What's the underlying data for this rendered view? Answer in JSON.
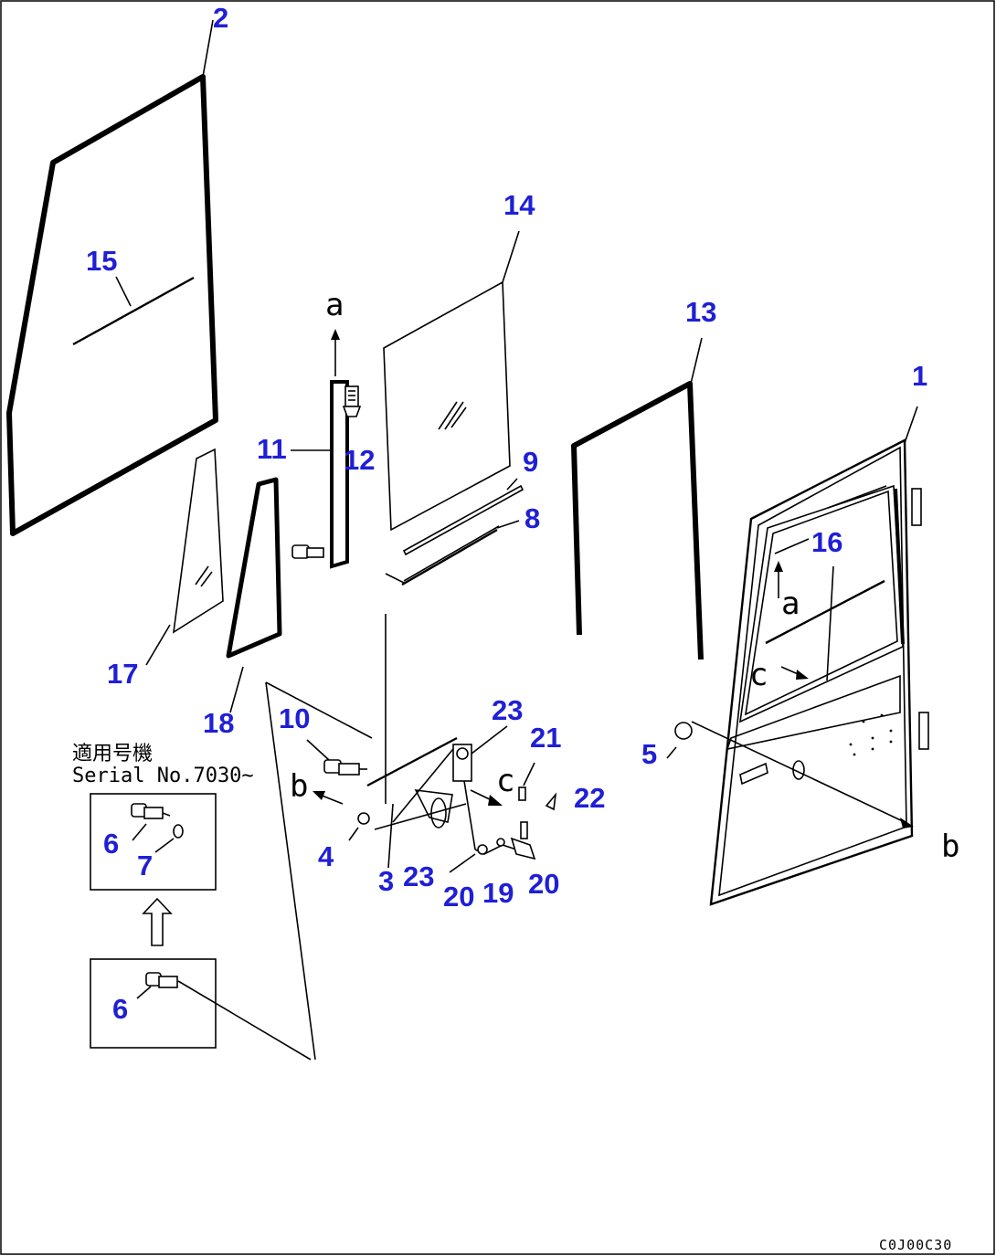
{
  "callouts": {
    "c1": "1",
    "c2": "2",
    "c3": "3",
    "c4": "4",
    "c5": "5",
    "c6a": "6",
    "c6b": "6",
    "c7": "7",
    "c8": "8",
    "c9": "9",
    "c10": "10",
    "c11": "11",
    "c12": "12",
    "c13": "13",
    "c14": "14",
    "c15": "15",
    "c16": "16",
    "c17": "17",
    "c18": "18",
    "c19": "19",
    "c20a": "20",
    "c20b": "20",
    "c21": "21",
    "c22": "22",
    "c23a": "23",
    "c23b": "23"
  },
  "refs": {
    "a_top": "a",
    "a_door": "a",
    "b_left": "b",
    "b_right": "b",
    "c_mid": "c",
    "c_door": "c"
  },
  "serial_note": {
    "line1": "適用号機",
    "line2": "Serial No.7030~"
  },
  "drawing_code": "C0J00C30",
  "colors": {
    "callout": "#1f1fd6",
    "line": "#000000"
  }
}
